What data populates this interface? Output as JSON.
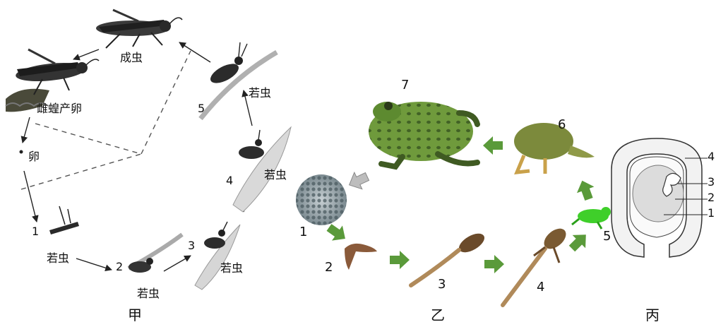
{
  "panel_jia": {
    "caption": "甲",
    "stage_adult": "成虫",
    "stage_laying": "雌蝗产卵",
    "stage_egg": "卵",
    "stage_nymph_1": "若虫",
    "stage_nymph_2": "若虫",
    "stage_nymph_3": "若虫",
    "stage_nymph_4": "若虫",
    "stage_nymph_5": "若虫",
    "n1": "1",
    "n2": "2",
    "n3": "3",
    "n4": "4",
    "n5": "5"
  },
  "panel_yi": {
    "caption": "乙",
    "n1": "1",
    "n2": "2",
    "n3": "3",
    "n4": "4",
    "n5": "5",
    "n6": "6",
    "n7": "7"
  },
  "panel_bing": {
    "caption": "丙",
    "n1": "1",
    "n2": "2",
    "n3": "3",
    "n4": "4"
  },
  "colors": {
    "arrow_green": "#5a9a3a",
    "frog_green": "#6f9a3c",
    "frog_dark": "#2f4a1c",
    "juvenile_frog": "#3fcf2a",
    "tadpole_brown": "#8a6a3a",
    "egg_gray": "#8a9aa0",
    "insect_dark": "#2a2a2a"
  }
}
